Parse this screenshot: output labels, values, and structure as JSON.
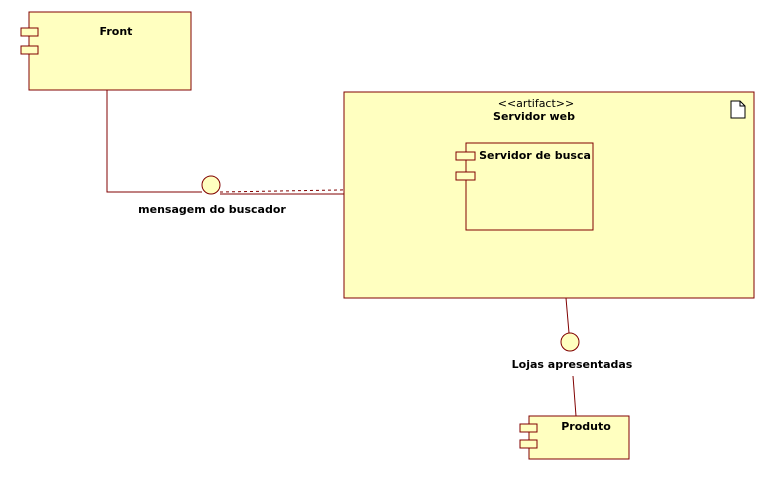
{
  "diagram": {
    "colors": {
      "fill": "#FFFFC0",
      "stroke": "#800000",
      "text": "#000000"
    },
    "components": {
      "front": {
        "label": "Front"
      },
      "servidor_de_busca": {
        "label": "Servidor de busca"
      },
      "produto": {
        "label": "Produto"
      }
    },
    "artifact": {
      "stereotype": "<<artifact>>",
      "label": "Servidor web",
      "icon": "document-icon"
    },
    "interfaces": {
      "mensagem": {
        "label": "mensagem do buscador"
      },
      "lojas": {
        "label": "Lojas apresentadas"
      }
    }
  }
}
